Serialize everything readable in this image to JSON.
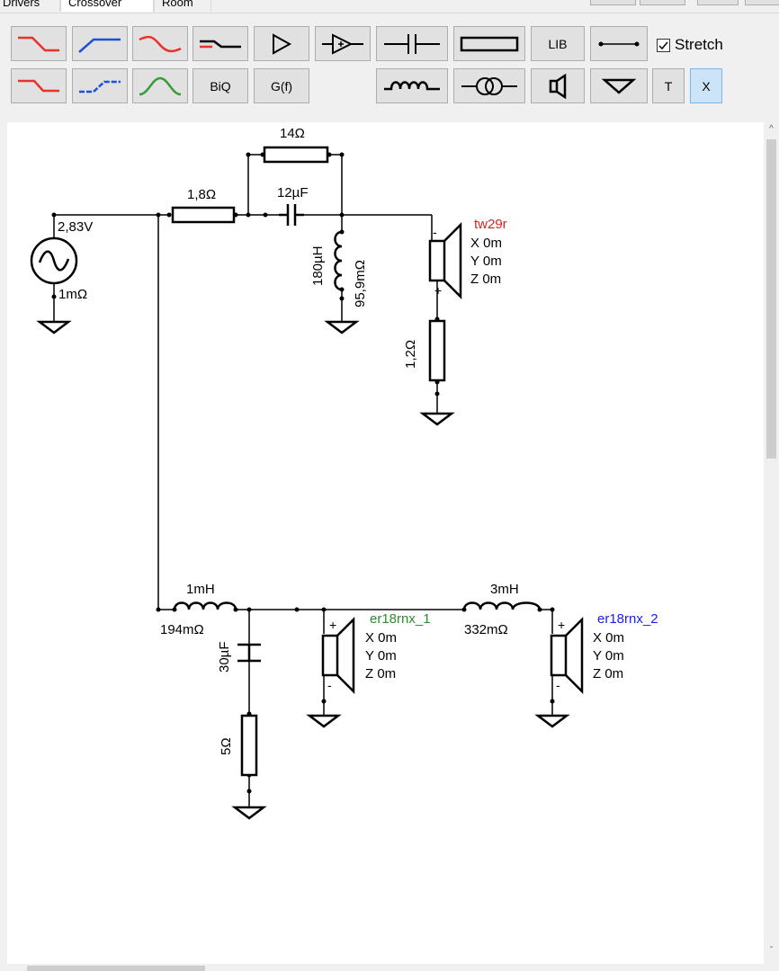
{
  "tabs": [
    "Drivers",
    "Crossover",
    "Room"
  ],
  "toolbar": {
    "row1_icons": [
      "lowpass-red-icon",
      "highpass-blue-icon",
      "bandpass-red-icon",
      "notch-black-icon",
      "amplifier-icon",
      "inverting-amplifier-icon",
      "capacitor-icon",
      "resistor-icon"
    ],
    "lib_label": "LIB",
    "wire_icon": "wire-icon",
    "stretch_label": "Stretch",
    "stretch_checked": true,
    "row2_icons": [
      "lowpass-shelf-red-icon",
      "highpass-shelf-blue-icon",
      "bandpass-green-icon"
    ],
    "biq_label": "BiQ",
    "gf_label": "G(f)",
    "row2_right_icons": [
      "inductor-icon",
      "transformer-icon",
      "speaker-icon",
      "ground-icon"
    ],
    "t_label": "T",
    "x_label": "X",
    "x_selected": true
  },
  "schematic": {
    "source_voltage": "2,83V",
    "source_resistance": "1mΩ",
    "r_series": "1,8Ω",
    "r_parallel": "14Ω",
    "c_series": "12µF",
    "l_shunt": "180µH",
    "l_shunt_r": "95,9mΩ",
    "tweeter": {
      "name": "tw29r",
      "x": "X 0m",
      "y": "Y 0m",
      "z": "Z 0m"
    },
    "r_tweeter": "1,2Ω",
    "l1": "1mH",
    "l1_r": "194mΩ",
    "c_zobel": "30µF",
    "r_zobel": "5Ω",
    "woofer1": {
      "name": "er18rnx_1",
      "x": "X 0m",
      "y": "Y 0m",
      "z": "Z 0m"
    },
    "l2": "3mH",
    "l2_r": "332mΩ",
    "woofer2": {
      "name": "er18rnx_2",
      "x": "X 0m",
      "y": "Y 0m",
      "z": "Z 0m"
    }
  },
  "colors": {
    "tweeter_label": "#e02020",
    "woofer1_label": "#2e8b2e",
    "woofer2_label": "#1a1aff",
    "filter_red": "#e8322c",
    "filter_blue": "#1e4fd8",
    "filter_green": "#3a9a3a"
  }
}
